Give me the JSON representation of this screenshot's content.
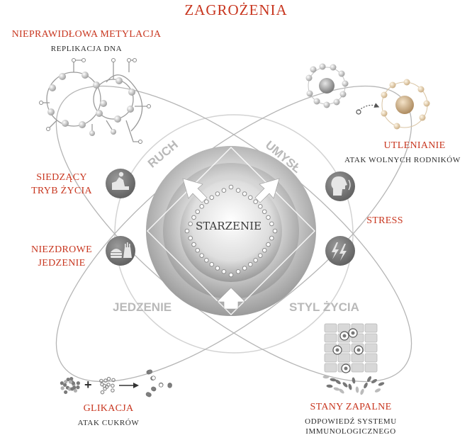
{
  "title": "ZAGROŻENIA",
  "threats": {
    "methylation": {
      "title": "NIEPRAWIDŁOWA METYLACJA",
      "sub": "REPLIKACJA DNA"
    },
    "oxidation": {
      "title": "UTLENIANIE",
      "sub": "ATAK WOLNYCH RODNIKÓW"
    },
    "sedentary": {
      "line1": "SIEDZĄCY",
      "line2": "TRYB ŻYCIA"
    },
    "unhealthy_food": {
      "line1": "NIEZDROWE",
      "line2": "JEDZENIE"
    },
    "stress": {
      "title": "STRESS"
    },
    "glycation": {
      "title": "GLIKACJA",
      "sub": "ATAK CUKRÓW",
      "plus": "+"
    },
    "inflammation": {
      "title": "STANY ZAPALNE",
      "sub1": "ODPOWIEDŹ SYSTEMU",
      "sub2": "IMMUNOLOGICZNEGO"
    }
  },
  "pillars": {
    "ruch": "RUCH",
    "umysl": "UMYSŁ",
    "jedzenie": "JEDZENIE",
    "styl": "STYL ŻYCIA"
  },
  "center": "STARZENIE",
  "icons": {
    "sedentary": "sofa-person-icon",
    "food": "burger-fries-icon",
    "mind": "head-profile-icon",
    "stress": "lightning-icon"
  },
  "colors": {
    "accent": "#c8361f",
    "grey_dark": "#6d6d6d",
    "grey_light": "#c7c7c7"
  }
}
